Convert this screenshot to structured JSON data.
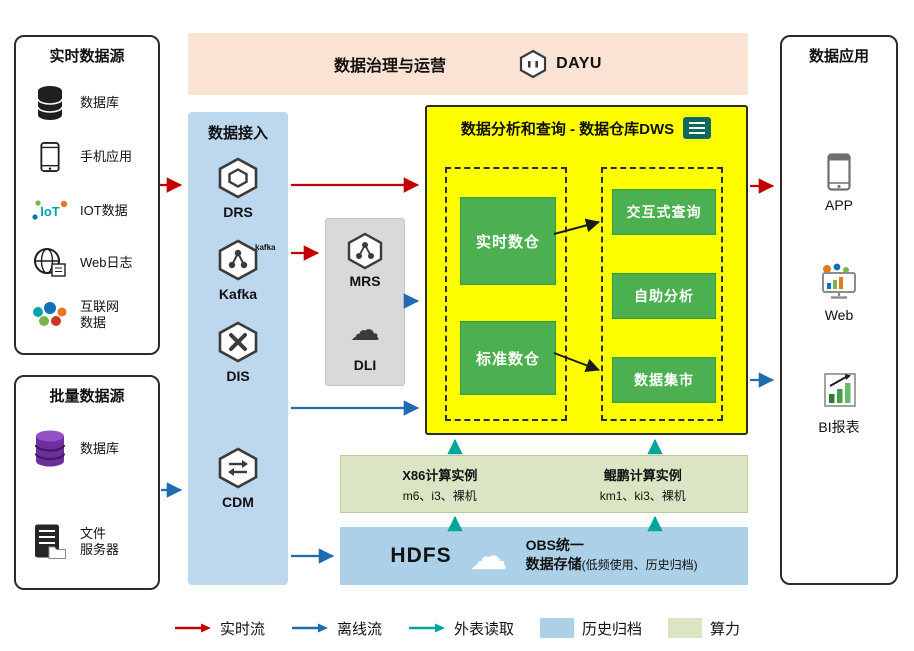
{
  "colors": {
    "banner_bg": "#fbe3d4",
    "ingestion_bg": "#bdd7ee",
    "dws_bg": "#ffff00",
    "green_box": "#4caf50",
    "compute_bg": "#dbe4c3",
    "storage_bg": "#abd0e8",
    "middleware_bg": "#d9d9d9",
    "arrow_realtime": "#c00000",
    "arrow_offline": "#1f6cb0",
    "arrow_external": "#00a59b"
  },
  "banner": {
    "title": "数据治理与运营",
    "logo": "DAYU"
  },
  "realtime_sources": {
    "title": "实时数据源",
    "iot_badge": "IoT",
    "items": [
      {
        "label": "数据库",
        "icon": "database-icon"
      },
      {
        "label": "手机应用",
        "icon": "mobile-app-icon"
      },
      {
        "label": "IOT数据",
        "icon": "iot-icon"
      },
      {
        "label": "Web日志",
        "icon": "web-log-icon"
      },
      {
        "label": "互联网\n数据",
        "icon": "internet-data-icon"
      }
    ]
  },
  "batch_sources": {
    "title": "批量数据源",
    "items": [
      {
        "label": "数据库",
        "icon": "database-purple-icon"
      },
      {
        "label": "文件\n服务器",
        "icon": "file-server-icon"
      }
    ]
  },
  "ingestion": {
    "title": "数据接入",
    "kafka_logo": "kafka",
    "items": [
      {
        "label": "DRS"
      },
      {
        "label": "Kafka"
      },
      {
        "label": "DIS"
      },
      {
        "label": "CDM"
      }
    ]
  },
  "middleware": {
    "items": [
      {
        "label": "MRS"
      },
      {
        "label": "DLI"
      }
    ]
  },
  "dws": {
    "title": "数据分析和查询 - 数据仓库DWS",
    "warehouses": [
      {
        "label": "实时数仓"
      },
      {
        "label": "标准数仓"
      }
    ],
    "services": [
      {
        "label": "交互式查询"
      },
      {
        "label": "自助分析"
      },
      {
        "label": "数据集市"
      }
    ]
  },
  "compute": {
    "x86_title": "X86计算实例",
    "x86_spec": "m6、i3、裸机",
    "kunpeng_title": "鲲鹏计算实例",
    "kunpeng_spec": "km1、ki3、裸机"
  },
  "storage": {
    "hdfs": "HDFS",
    "obs_line1": "OBS统一",
    "obs_line2": "数据存储",
    "obs_note": "(低频使用、历史归档)"
  },
  "applications": {
    "title": "数据应用",
    "items": [
      {
        "label": "APP",
        "icon": "app-icon"
      },
      {
        "label": "Web",
        "icon": "web-icon"
      },
      {
        "label": "BI报表",
        "icon": "bi-report-icon"
      }
    ]
  },
  "legend": {
    "realtime": "实时流",
    "offline": "离线流",
    "external": "外表读取",
    "archive": "历史归档",
    "compute": "算力"
  }
}
